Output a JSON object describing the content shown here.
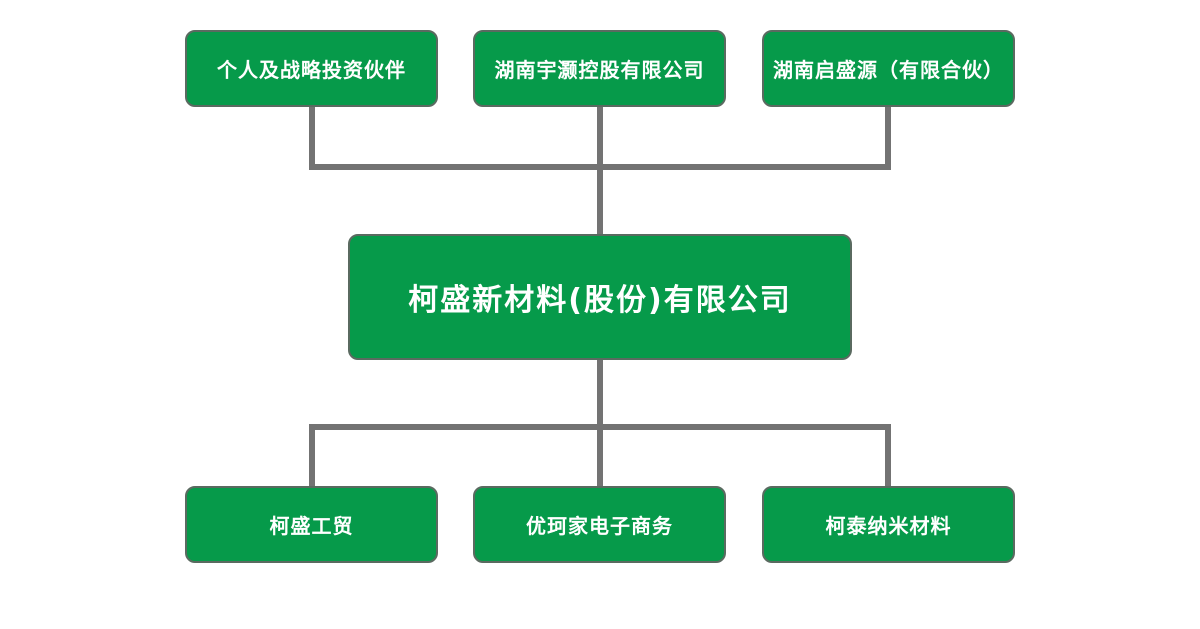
{
  "diagram": {
    "shareholders": [
      {
        "label": "个人及战略投资伙伴"
      },
      {
        "label": "湖南宇灏控股有限公司"
      },
      {
        "label": "湖南启盛源（有限合伙）"
      }
    ],
    "company": {
      "label": "柯盛新材料(股份)有限公司"
    },
    "subsidiaries": [
      {
        "label": "柯盛工贸"
      },
      {
        "label": "优珂家电子商务"
      },
      {
        "label": "柯泰纳米材料"
      }
    ],
    "colors": {
      "node_fill": "#069a4a",
      "node_border": "#5a6a60",
      "connector": "#737373",
      "text": "#ffffff"
    }
  }
}
